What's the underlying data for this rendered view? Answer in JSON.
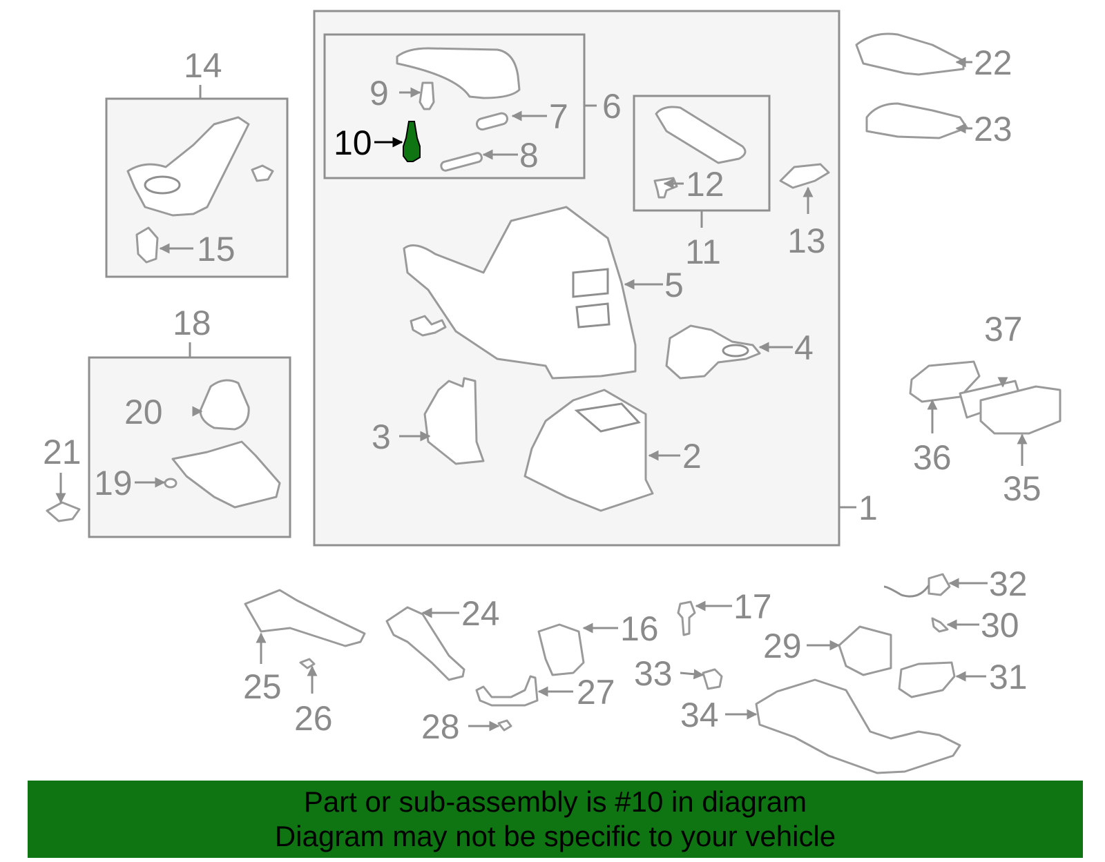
{
  "diagram": {
    "highlight_part": "10",
    "highlight_color": "#0f7412",
    "line_color": "#8f8f8f",
    "callouts": [
      "1",
      "2",
      "3",
      "4",
      "5",
      "6",
      "7",
      "8",
      "9",
      "10",
      "11",
      "12",
      "13",
      "14",
      "15",
      "16",
      "17",
      "18",
      "19",
      "20",
      "21",
      "22",
      "23",
      "24",
      "25",
      "26",
      "27",
      "28",
      "29",
      "30",
      "31",
      "32",
      "33",
      "34",
      "35",
      "36",
      "37"
    ]
  },
  "banner": {
    "line1": "Part or sub-assembly is #10 in diagram",
    "line2": "Diagram may not be specific to your vehicle",
    "background": "#0f7412"
  }
}
